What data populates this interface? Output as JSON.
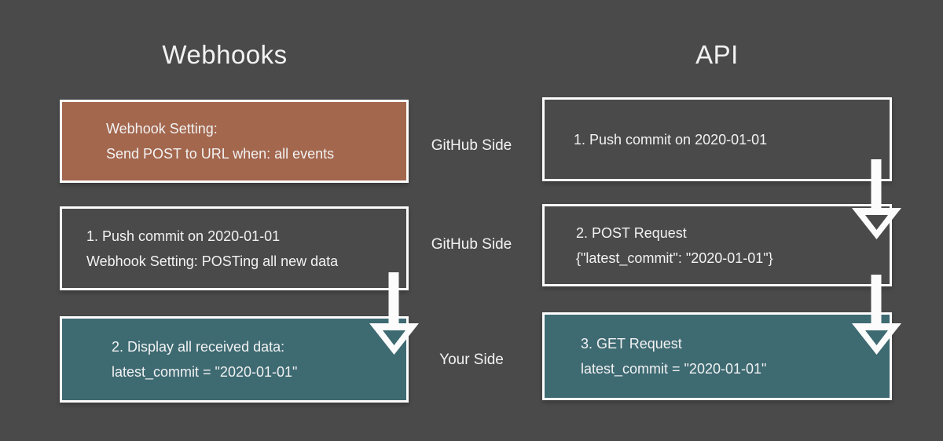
{
  "colors": {
    "bg": "#4a4a4a",
    "brown": "#a3674e",
    "teal": "#3e6a72",
    "line": "#fcfcfc",
    "text": "#f2f2f2"
  },
  "columns": {
    "webhooks": {
      "title": "Webhooks",
      "boxes": [
        {
          "lines": [
            "Webhook Setting:",
            "Send POST to URL when: all events"
          ]
        },
        {
          "lines": [
            "1. Push commit on 2020-01-01",
            "Webhook Setting: POSTing all new data"
          ]
        },
        {
          "lines": [
            "2. Display all received data:",
            "latest_commit = \"2020-01-01\""
          ]
        }
      ]
    },
    "api": {
      "title": "API",
      "boxes": [
        {
          "lines": [
            "1. Push commit on 2020-01-01"
          ]
        },
        {
          "lines": [
            "2. POST Request",
            "{\"latest_commit\": \"2020-01-01\"}"
          ]
        },
        {
          "lines": [
            "3. GET Request",
            "latest_commit = \"2020-01-01\""
          ]
        }
      ]
    }
  },
  "row_labels": [
    "GitHub Side",
    "GitHub Side",
    "Your Side"
  ]
}
